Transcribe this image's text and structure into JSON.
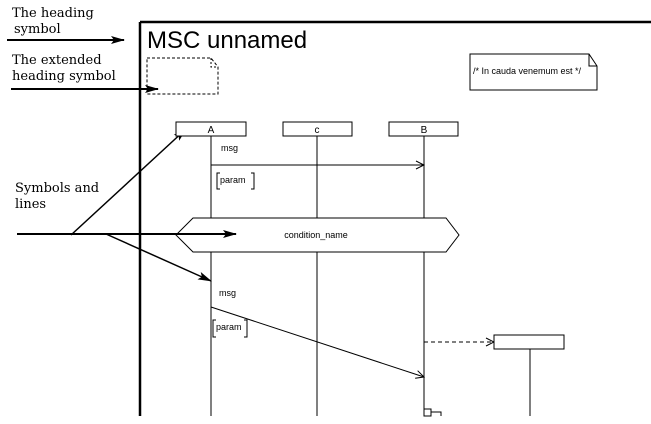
{
  "annotations": {
    "heading_symbol": [
      "The heading",
      "symbol"
    ],
    "extended_heading_symbol": [
      "The extended",
      "heading symbol"
    ],
    "symbols_and_lines": [
      "Symbols and",
      "lines"
    ]
  },
  "msc": {
    "title": "MSC unnamed",
    "comment": "/* In cauda venemum est */",
    "instances": [
      {
        "name": "A"
      },
      {
        "name": "c"
      },
      {
        "name": "B"
      }
    ],
    "messages": [
      {
        "label": "msg",
        "param": "param",
        "from": "A",
        "to": "B"
      },
      {
        "label": "msg",
        "param": "param",
        "from": "A",
        "to": "B"
      }
    ],
    "condition": "condition_name",
    "created_instance": {
      "name": ""
    }
  }
}
